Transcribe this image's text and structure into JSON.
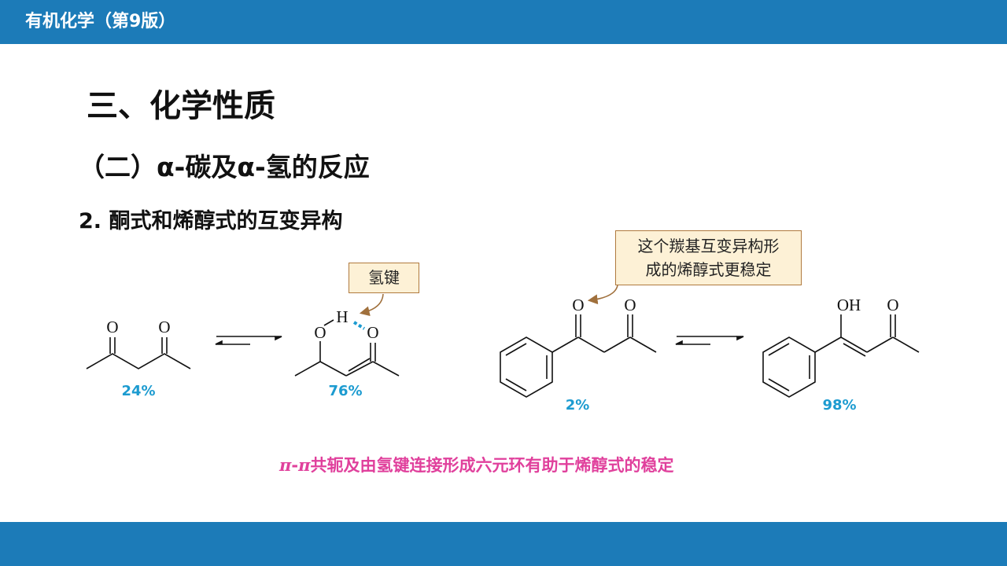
{
  "header": {
    "title": "有机化学（第9版）"
  },
  "section": {
    "title": "三、化学性质",
    "subtitle": "（二）α-碳及α-氢的反应",
    "topic": "2. 酮式和烯醇式的互变异构"
  },
  "callouts": {
    "hbond": "氢键",
    "carbonyl_line1": "这个羰基互变异构形",
    "carbonyl_line2": "成的烯醇式更稳定"
  },
  "equilibria": [
    {
      "keto_pct": "24%",
      "enol_pct": "76%"
    },
    {
      "keto_pct": "2%",
      "enol_pct": "98%"
    }
  ],
  "atoms": {
    "oxygen": "O",
    "hydrogen": "H",
    "hydroxyl": "OH"
  },
  "footnote": {
    "pi": "π",
    "dash": "-",
    "rest": "共轭及由氢键连接形成六元环有助于烯醇式的稳定"
  },
  "colors": {
    "bar": "#1c7bb8",
    "percent": "#1c9bd0",
    "footnote": "#e0409c",
    "callout_fill": "#fdf1d6",
    "callout_border": "#b07a3e",
    "hbond_dash": "#1c9bd0"
  }
}
